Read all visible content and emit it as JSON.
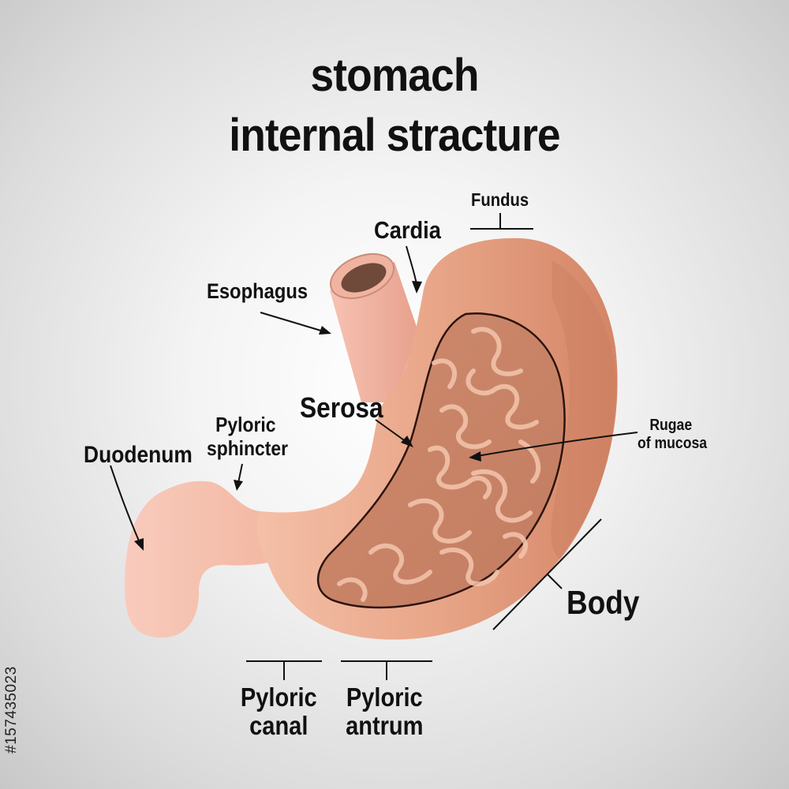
{
  "title": {
    "line1": "stomach",
    "line2": "internal stracture"
  },
  "labels": {
    "fundus": "Fundus",
    "cardia": "Cardia",
    "esophagus": "Esophagus",
    "serosa": "Serosa",
    "rugae_line1": "Rugae",
    "rugae_line2": "of mucosa",
    "pyloric_sphincter_line1": "Pyloric",
    "pyloric_sphincter_line2": "sphincter",
    "duodenum": "Duodenum",
    "body": "Body",
    "pyloric_canal_line1": "Pyloric",
    "pyloric_canal_line2": "canal",
    "pyloric_antrum_line1": "Pyloric",
    "pyloric_antrum_line2": "antrum"
  },
  "stock_id": "#157435023",
  "colors": {
    "stomach_outer": "#e4a184",
    "stomach_inner": "#c98468",
    "rugae": "#f3c6ad",
    "duodenum": "#f7c3b2",
    "esophagus": "#f4b7a6",
    "outline": "#3a1e16"
  }
}
